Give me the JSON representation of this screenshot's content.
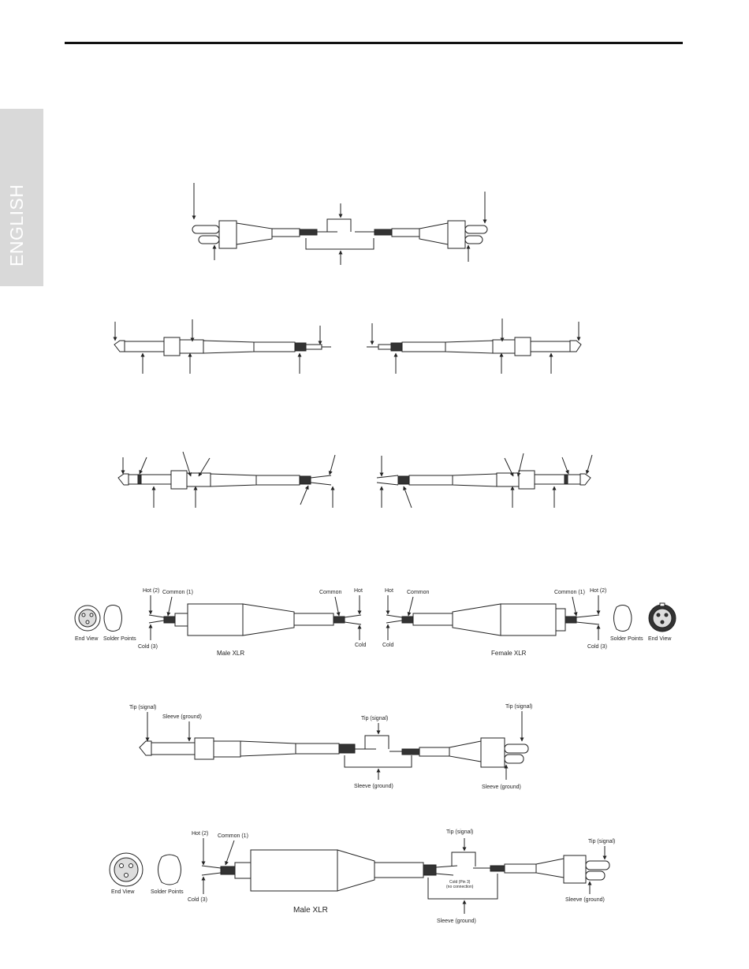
{
  "side_tab": "ENGLISH",
  "xlr_diagram": {
    "male": {
      "hot": "Hot (2)",
      "common": "Common (1)",
      "cold": "Cold (3)",
      "end_view": "End View",
      "solder_points": "Solder Points",
      "title": "Male XLR",
      "common_right": "Common",
      "hot_right": "Hot",
      "cold_right": "Cold"
    },
    "female": {
      "hot": "Hot",
      "common": "Common",
      "cold": "Cold",
      "common_right": "Common (1)",
      "hot_right": "Hot (2)",
      "cold_right": "Cold (3)",
      "solder_points": "Solder Points",
      "end_view": "End View",
      "title": "Female XLR"
    }
  },
  "ts_to_rca": {
    "tip_signal": "Tip (signal)",
    "sleeve_ground": "Sleeve (ground)",
    "tip_signal_mid": "Tip (signal)",
    "sleeve_ground_mid": "Sleeve (ground)",
    "tip_signal_right": "Tip (signal)",
    "sleeve_ground_right": "Sleeve (ground)"
  },
  "xlr_to_rca": {
    "hot": "Hot (2)",
    "common": "Common (1)",
    "cold": "Cold (3)",
    "end_view": "End View",
    "solder_points": "Solder Points",
    "title": "Male XLR",
    "tip_signal_mid": "Tip (signal)",
    "cold_pin3": "Cold (Pin 3)",
    "no_connection": "(no connection)",
    "sleeve_ground_mid": "Sleeve (ground)",
    "tip_signal_right": "Tip (signal)",
    "sleeve_ground_right": "Sleeve (ground)"
  }
}
